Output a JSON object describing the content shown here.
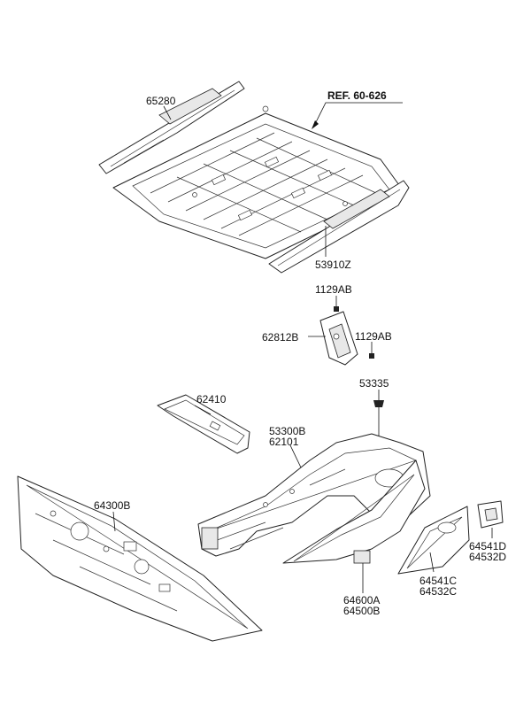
{
  "diagram": {
    "labels": {
      "p65280": "65280",
      "ref": "REF. 60-626",
      "p53910z": "53910Z",
      "p1129ab_top": "1129AB",
      "p62812b": "62812B",
      "p1129ab_right": "1129AB",
      "p53335": "53335",
      "p62410": "62410",
      "p53300b": "53300B",
      "p62101": "62101",
      "p64300b": "64300B",
      "p64600a": "64600A",
      "p64500b": "64500B",
      "p64541c": "64541C",
      "p64532c": "64532C",
      "p64541d": "64541D",
      "p64532d": "64532D"
    }
  }
}
